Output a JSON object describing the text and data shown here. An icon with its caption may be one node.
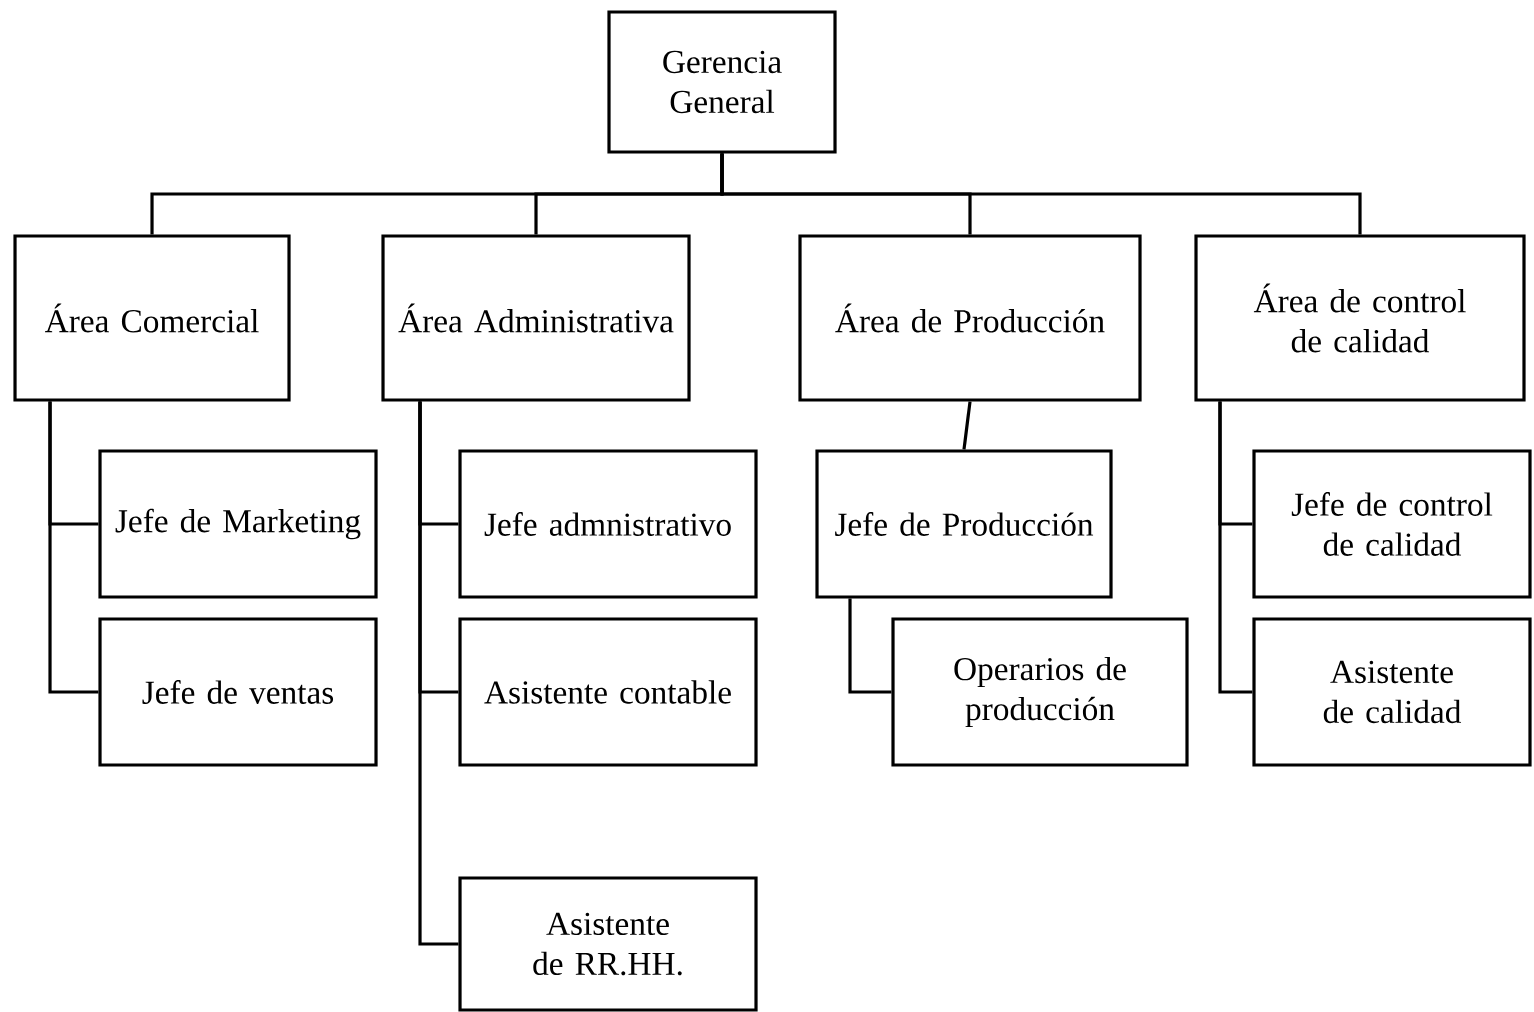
{
  "diagram": {
    "nodes": [
      {
        "text": [
          "Gerencia General"
        ]
      },
      {
        "text": [
          "Área Comercial"
        ]
      },
      {
        "text": [
          "Área Administrativa"
        ]
      },
      {
        "text": [
          "Área de Producción"
        ]
      },
      {
        "text": [
          "Área de control de calidad"
        ]
      },
      {
        "text": [
          "Jefe de Marketing"
        ]
      },
      {
        "text": [
          "Jefe de ventas"
        ]
      },
      {
        "text": [
          "Jefe admnistrativo"
        ]
      },
      {
        "text": [
          "Asistente contable"
        ]
      },
      {
        "text": [
          "Asistente de RR.HH."
        ]
      },
      {
        "text": [
          "Jefe de Producción"
        ]
      },
      {
        "text": [
          "Operarios de producción"
        ]
      },
      {
        "text": [
          "Jefe de control de calidad"
        ]
      },
      {
        "text": [
          "Asistente de calidad"
        ]
      }
    ],
    "edges": [
      {
        "from": 0,
        "to": 1,
        "arrow": "none"
      },
      {
        "from": 0,
        "to": 2,
        "arrow": "none"
      },
      {
        "from": 0,
        "to": 3,
        "arrow": "none"
      },
      {
        "from": 0,
        "to": 4,
        "arrow": "none"
      },
      {
        "from": 1,
        "to": 5,
        "arrow": "none"
      },
      {
        "from": 1,
        "to": 6,
        "arrow": "none"
      },
      {
        "from": 2,
        "to": 7,
        "arrow": "none"
      },
      {
        "from": 2,
        "to": 8,
        "arrow": "none"
      },
      {
        "from": 2,
        "to": 9,
        "arrow": "none"
      },
      {
        "from": 3,
        "to": 10,
        "arrow": "none"
      },
      {
        "from": 10,
        "to": 11,
        "arrow": "none"
      },
      {
        "from": 4,
        "to": 12,
        "arrow": "none"
      },
      {
        "from": 4,
        "to": 13,
        "arrow": "none"
      }
    ]
  }
}
